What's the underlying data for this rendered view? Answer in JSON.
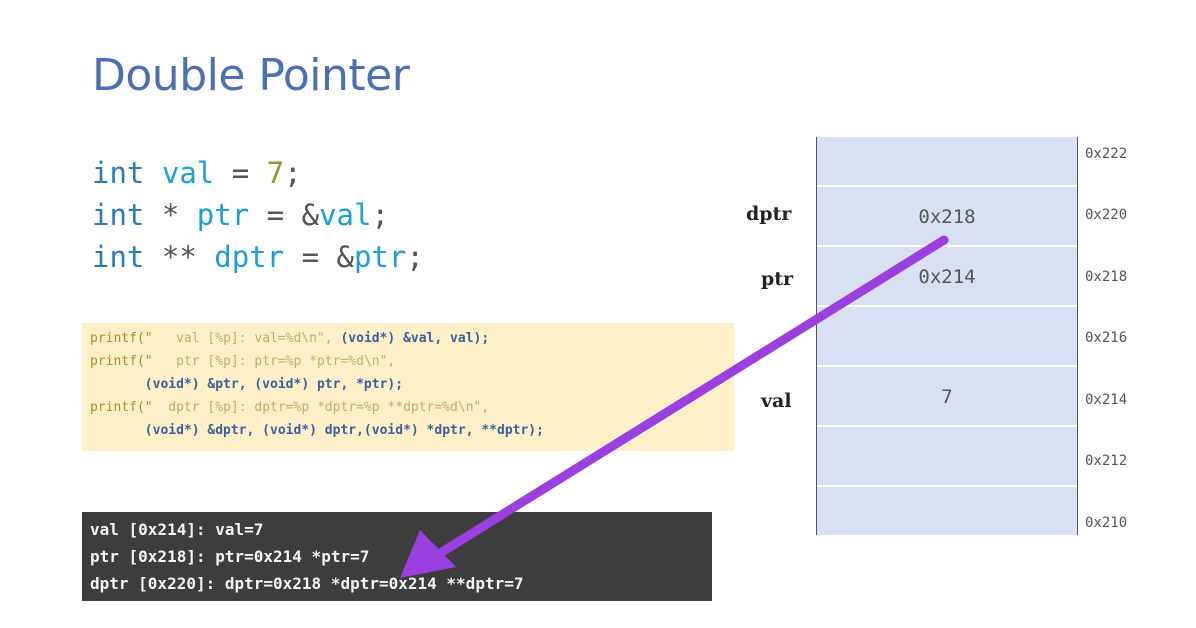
{
  "slide": {
    "title": "Double Pointer"
  },
  "code": {
    "line1": {
      "kw": "int",
      "var": "val",
      "op": "=",
      "num": "7",
      "end": ";"
    },
    "line2": {
      "kw": "int",
      "star": "*",
      "var": "ptr",
      "op": "=",
      "amp": "&",
      "var2": "val",
      "end": ";"
    },
    "line3": {
      "kw": "int",
      "star": "**",
      "var": "dptr",
      "op": "=",
      "amp": "&",
      "var2": "ptr",
      "end": ";"
    }
  },
  "printf_block": {
    "l1": {
      "fn": "printf(\"",
      "str": "   val [%p]: val=%d\\n\",",
      "args": " (void*) &val, val);"
    },
    "l2": {
      "fn": "printf(\"",
      "str": "   ptr [%p]: ptr=%p *ptr=%d\\n\","
    },
    "l3": {
      "args": "       (void*) &ptr, (void*) ptr, *ptr);"
    },
    "l4": {
      "fn": "printf(\"",
      "str": "  dptr [%p]: dptr=%p *dptr=%p **dptr=%d\\n\","
    },
    "l5": {
      "args": "       (void*) &dptr, (void*) dptr,(void*) *dptr, **dptr);"
    }
  },
  "terminal": {
    "lines": [
      "val [0x214]: val=7",
      "ptr [0x218]: ptr=0x214 *ptr=7",
      "dptr [0x220]: dptr=0x218 *dptr=0x214 **dptr=7"
    ]
  },
  "memory": {
    "cells": [
      {
        "value": "",
        "address": "0x222",
        "label": ""
      },
      {
        "value": "0x218",
        "address": "0x220",
        "label": "dptr"
      },
      {
        "value": "0x214",
        "address": "0x218",
        "label": "ptr"
      },
      {
        "value": "",
        "address": "0x216",
        "label": ""
      },
      {
        "value": "7",
        "address": "0x214",
        "label": "val"
      },
      {
        "value": "",
        "address": "0x212",
        "label": ""
      },
      {
        "value": "",
        "address": "0x210",
        "label": ""
      }
    ]
  },
  "colors": {
    "title": "#4a6fb5",
    "keyword": "#2b7bb9",
    "variable": "#1a9fd6",
    "number": "#7fa22c",
    "printf_bg": "#fdf0c8",
    "terminal_bg": "#3d3d3d",
    "memory_cell": "#d8e1f3",
    "arrow": "#9b3fe0"
  }
}
